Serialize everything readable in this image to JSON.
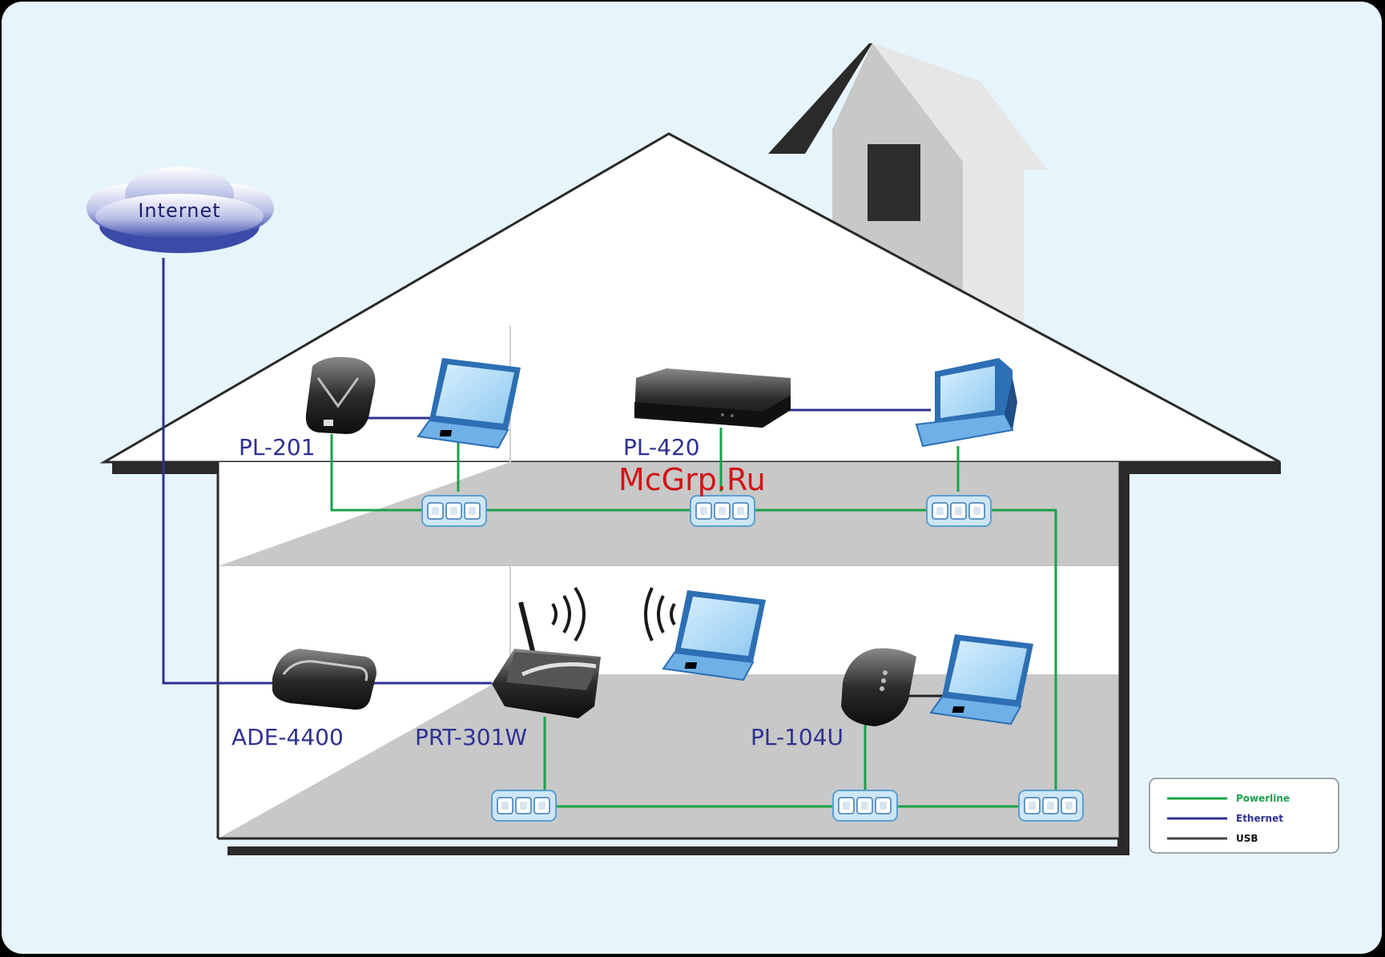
{
  "cloud": {
    "label": "Internet"
  },
  "devices": {
    "pl201": "PL-201",
    "pl420": "PL-420",
    "ade4400": "ADE-4400",
    "prt301w": "PRT-301W",
    "pl104u": "PL-104U"
  },
  "legend": {
    "items": [
      {
        "label": "Powerline",
        "color": "#1aa14a"
      },
      {
        "label": "Ethernet",
        "color": "#2e3192"
      },
      {
        "label": "USB",
        "color": "#444444"
      }
    ]
  },
  "watermark": "McGrp.Ru",
  "colors": {
    "powerline": "#1aa14a",
    "ethernet": "#2e3192",
    "usb": "#222222",
    "background": "#e6f4fb",
    "house_shadow": "#2a2a2a",
    "floor": "#c8c8c8"
  }
}
